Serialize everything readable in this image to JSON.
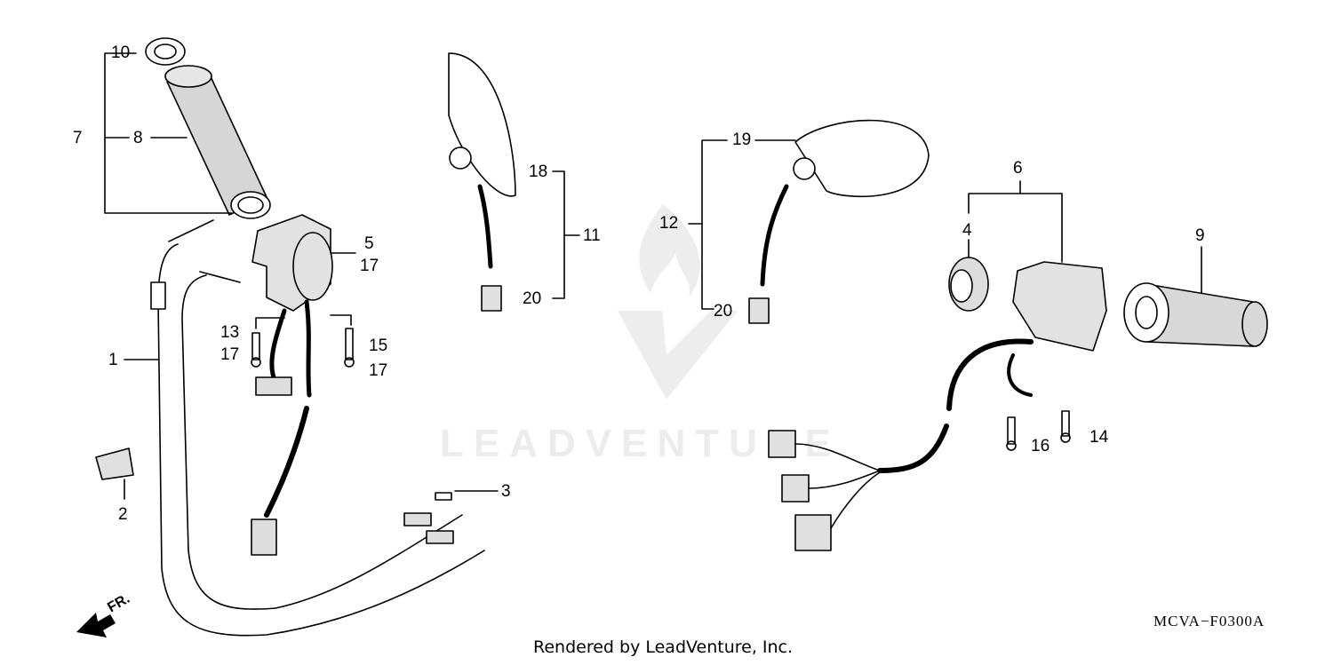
{
  "diagram": {
    "callouts": {
      "c10": "10",
      "c7": "7",
      "c8": "8",
      "c5": "5",
      "c17a": "17",
      "c13": "13",
      "c17b": "17",
      "c15": "15",
      "c17c": "17",
      "c1": "1",
      "c2": "2",
      "c3": "3",
      "c18": "18",
      "c11": "11",
      "c20a": "20",
      "c19": "19",
      "c12": "12",
      "c20b": "20",
      "c6": "6",
      "c4": "4",
      "c9": "9",
      "c16": "16",
      "c14": "14"
    },
    "front_marker": "FR.",
    "diagram_code": "MCVA−F0300A",
    "watermark": "LEADVENTURE",
    "credit": "Rendered by LeadVenture, Inc."
  }
}
